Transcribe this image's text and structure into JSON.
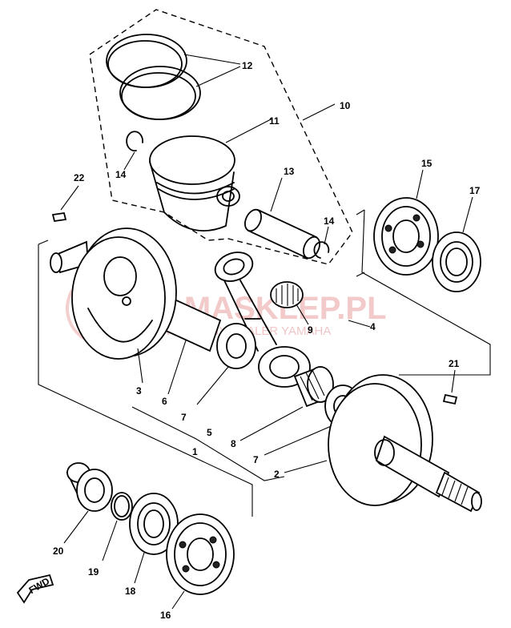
{
  "labels": {
    "l1": "1",
    "l2": "2",
    "l3": "3",
    "l4": "4",
    "l5": "5",
    "l6": "6",
    "l7a": "7",
    "l7b": "7",
    "l8": "8",
    "l9": "9",
    "l10": "10",
    "l11": "11",
    "l12": "12",
    "l13": "13",
    "l14a": "14",
    "l14b": "14",
    "l15": "15",
    "l16": "16",
    "l17": "17",
    "l18": "18",
    "l19": "19",
    "l20": "20",
    "l21": "21",
    "l22": "22"
  },
  "watermark": {
    "brand": "YAMASKLEP.PL",
    "subtitle": "WYŁĄCZNY DEALER YAMAHA"
  },
  "direction_marker": "FWD",
  "colors": {
    "line": "#000000",
    "watermark": "#e8a0a0"
  }
}
